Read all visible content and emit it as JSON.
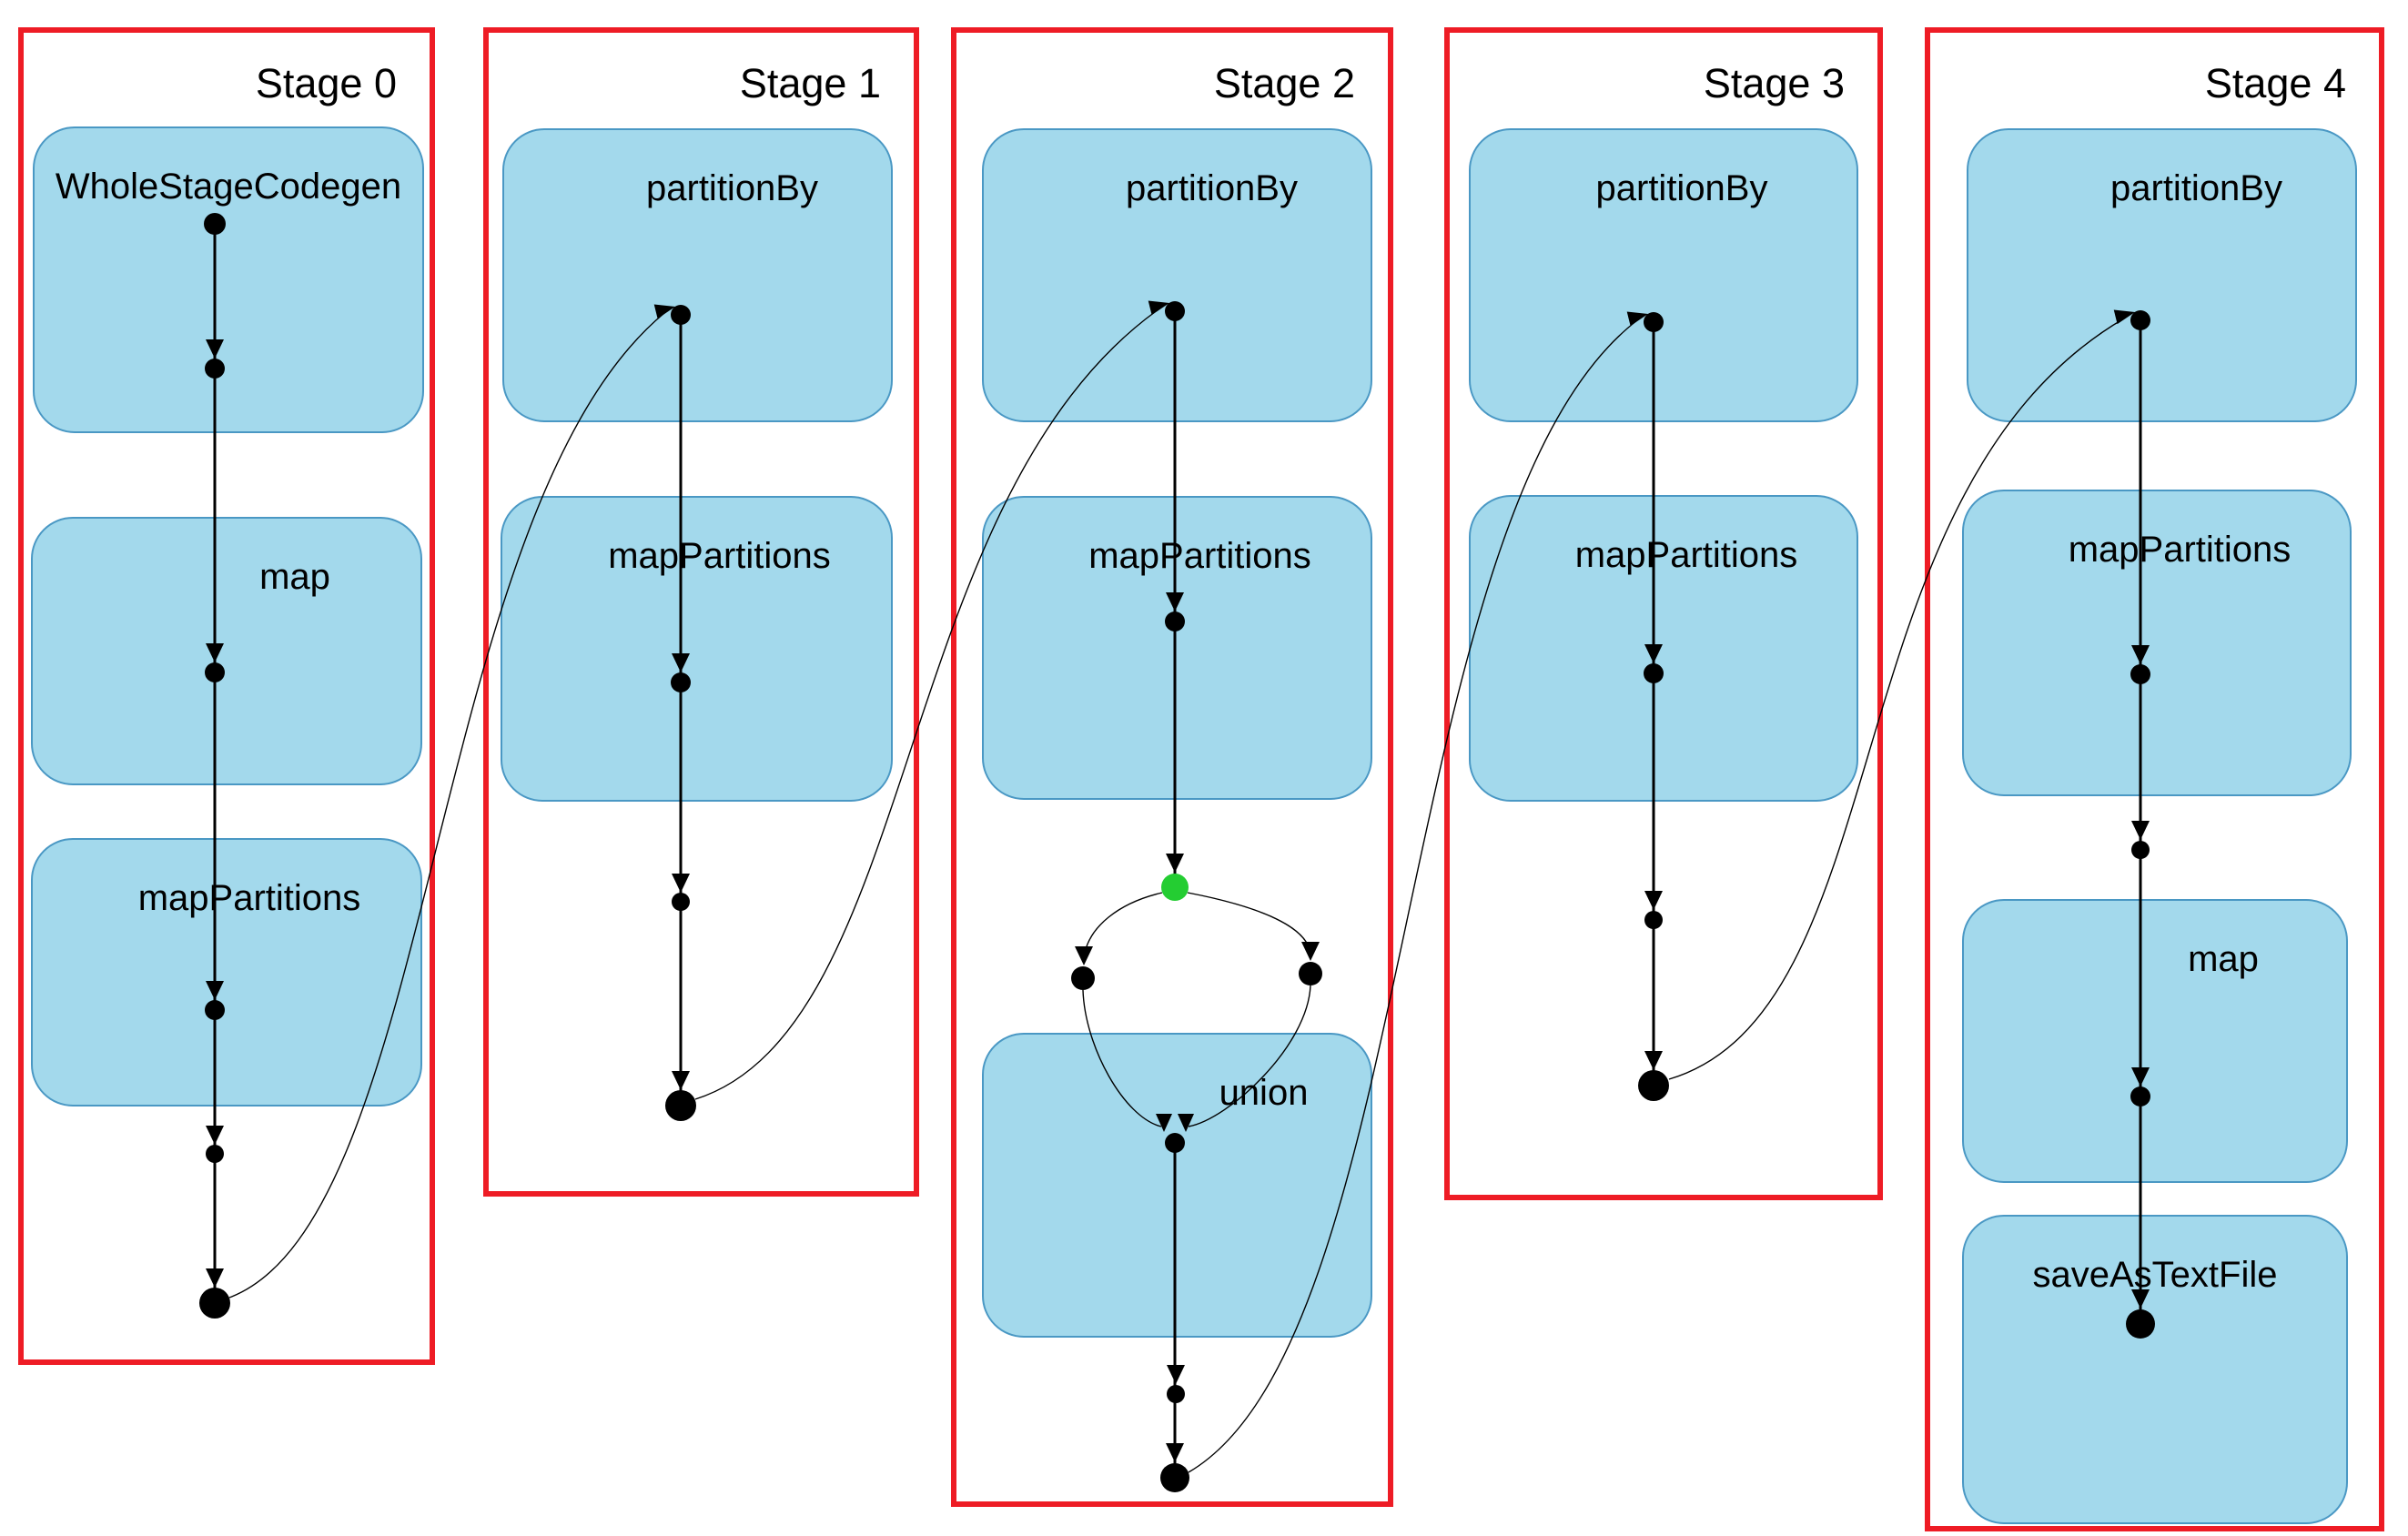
{
  "colors": {
    "stage_border": "#ee1c25",
    "box_fill": "#a3d9ec",
    "box_border": "#4a98c4",
    "node": "#000000",
    "cached_node": "#24cd32",
    "label_text": "#000000",
    "background": "#ffffff"
  },
  "stages": [
    {
      "title": "Stage 0",
      "ops": [
        {
          "label": "WholeStageCodegen"
        },
        {
          "label": "map"
        },
        {
          "label": "mapPartitions"
        }
      ]
    },
    {
      "title": "Stage 1",
      "ops": [
        {
          "label": "partitionBy"
        },
        {
          "label": "mapPartitions"
        }
      ]
    },
    {
      "title": "Stage 2",
      "ops": [
        {
          "label": "partitionBy"
        },
        {
          "label": "mapPartitions"
        },
        {
          "label": "union"
        }
      ]
    },
    {
      "title": "Stage 3",
      "ops": [
        {
          "label": "partitionBy"
        },
        {
          "label": "mapPartitions"
        }
      ]
    },
    {
      "title": "Stage 4",
      "ops": [
        {
          "label": "partitionBy"
        },
        {
          "label": "mapPartitions"
        },
        {
          "label": "map"
        },
        {
          "label": "saveAsTextFile"
        }
      ]
    }
  ]
}
